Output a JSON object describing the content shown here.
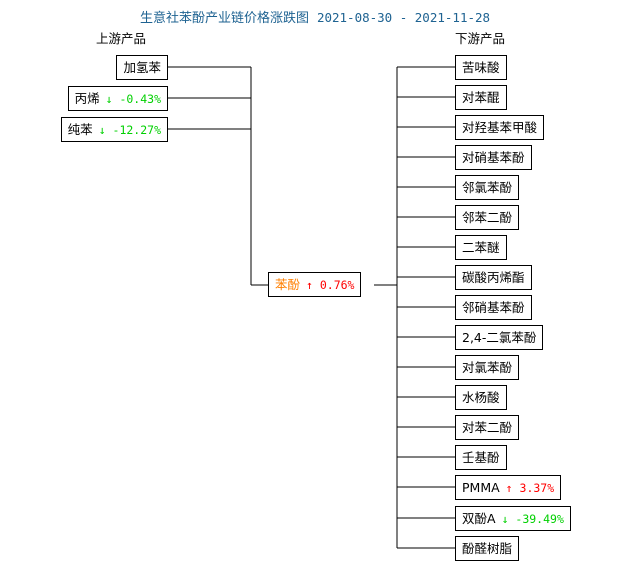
{
  "chart_data": {
    "type": "diagram",
    "title": "生意社苯酚产业链价格涨跌图",
    "date_range": "2021-08-30 - 2021-11-28",
    "center": {
      "name": "苯酚",
      "arrow": "↑",
      "change": "0.76%",
      "direction": "up"
    },
    "upstream": [
      {
        "name": "加氢苯",
        "arrow": "",
        "change": "",
        "direction": "none"
      },
      {
        "name": "丙烯",
        "arrow": "↓",
        "change": "-0.43%",
        "direction": "down"
      },
      {
        "name": "纯苯",
        "arrow": "↓",
        "change": "-12.27%",
        "direction": "down"
      }
    ],
    "downstream": [
      {
        "name": "苦味酸",
        "arrow": "",
        "change": "",
        "direction": "none"
      },
      {
        "name": "对苯醌",
        "arrow": "",
        "change": "",
        "direction": "none"
      },
      {
        "name": "对羟基苯甲酸",
        "arrow": "",
        "change": "",
        "direction": "none"
      },
      {
        "name": "对硝基苯酚",
        "arrow": "",
        "change": "",
        "direction": "none"
      },
      {
        "name": "邻氯苯酚",
        "arrow": "",
        "change": "",
        "direction": "none"
      },
      {
        "name": "邻苯二酚",
        "arrow": "",
        "change": "",
        "direction": "none"
      },
      {
        "name": "二苯醚",
        "arrow": "",
        "change": "",
        "direction": "none"
      },
      {
        "name": "碳酸丙烯酯",
        "arrow": "",
        "change": "",
        "direction": "none"
      },
      {
        "name": "邻硝基苯酚",
        "arrow": "",
        "change": "",
        "direction": "none"
      },
      {
        "name": "2,4-二氯苯酚",
        "arrow": "",
        "change": "",
        "direction": "none"
      },
      {
        "name": "对氯苯酚",
        "arrow": "",
        "change": "",
        "direction": "none"
      },
      {
        "name": "水杨酸",
        "arrow": "",
        "change": "",
        "direction": "none"
      },
      {
        "name": "对苯二酚",
        "arrow": "",
        "change": "",
        "direction": "none"
      },
      {
        "name": "壬基酚",
        "arrow": "",
        "change": "",
        "direction": "none"
      },
      {
        "name": "PMMA",
        "arrow": "↑",
        "change": "3.37%",
        "direction": "up"
      },
      {
        "name": "双酚A",
        "arrow": "↓",
        "change": "-39.49%",
        "direction": "down"
      },
      {
        "name": "酚醛树脂",
        "arrow": "",
        "change": "",
        "direction": "none"
      }
    ],
    "colors": {
      "title": "#1f6392",
      "up": "#ff0000",
      "down": "#00d000",
      "center_name": "#ff7f00",
      "line": "#000000",
      "background": "#ffffff"
    }
  },
  "header": {
    "title_text": "生意社苯酚产业链价格涨跌图",
    "date_range": "2021-08-30 - 2021-11-28"
  },
  "columns": {
    "upstream_label": "上游产品",
    "downstream_label": "下游产品"
  }
}
